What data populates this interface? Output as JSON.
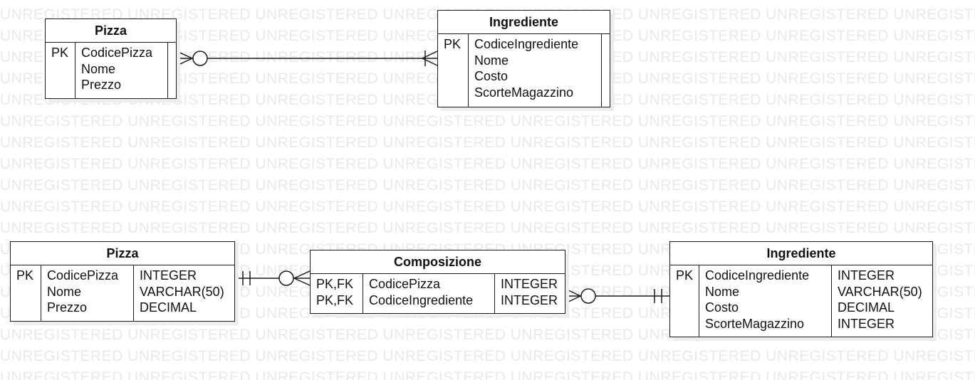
{
  "watermark": {
    "text": "UNREGISTERED"
  },
  "conceptual": {
    "pizza": {
      "title": "Pizza",
      "keys": [
        "PK"
      ],
      "fields": [
        "CodicePizza",
        "Nome",
        "Prezzo"
      ]
    },
    "ingrediente": {
      "title": "Ingrediente",
      "keys": [
        "PK"
      ],
      "fields": [
        "CodiceIngrediente",
        "Nome",
        "Costo",
        "ScorteMagazzino"
      ]
    },
    "relationship": {
      "from": "Pizza",
      "to": "Ingrediente",
      "from_end": "zero-or-many",
      "to_end": "one-or-many"
    }
  },
  "physical": {
    "pizza": {
      "title": "Pizza",
      "keys": [
        "PK"
      ],
      "fields": [
        "CodicePizza",
        "Nome",
        "Prezzo"
      ],
      "types": [
        "INTEGER",
        "VARCHAR(50)",
        "DECIMAL"
      ]
    },
    "composizione": {
      "title": "Composizione",
      "keys": [
        "PK,FK",
        "PK,FK"
      ],
      "fields": [
        "CodicePizza",
        "CodiceIngrediente"
      ],
      "types": [
        "INTEGER",
        "INTEGER"
      ]
    },
    "ingrediente": {
      "title": "Ingrediente",
      "keys": [
        "PK"
      ],
      "fields": [
        "CodiceIngrediente",
        "Nome",
        "Costo",
        "ScorteMagazzino"
      ],
      "types": [
        "INTEGER",
        "VARCHAR(50)",
        "DECIMAL",
        "INTEGER"
      ]
    },
    "relationships": [
      {
        "from": "Pizza",
        "to": "Composizione",
        "from_end": "exactly-one",
        "to_end": "zero-or-many"
      },
      {
        "from": "Composizione",
        "to": "Ingrediente",
        "from_end": "zero-or-many",
        "to_end": "exactly-one"
      }
    ]
  },
  "colors": {
    "line": "#1a1a1a",
    "watermark": "#e9e9e9",
    "background": "#ffffff"
  }
}
